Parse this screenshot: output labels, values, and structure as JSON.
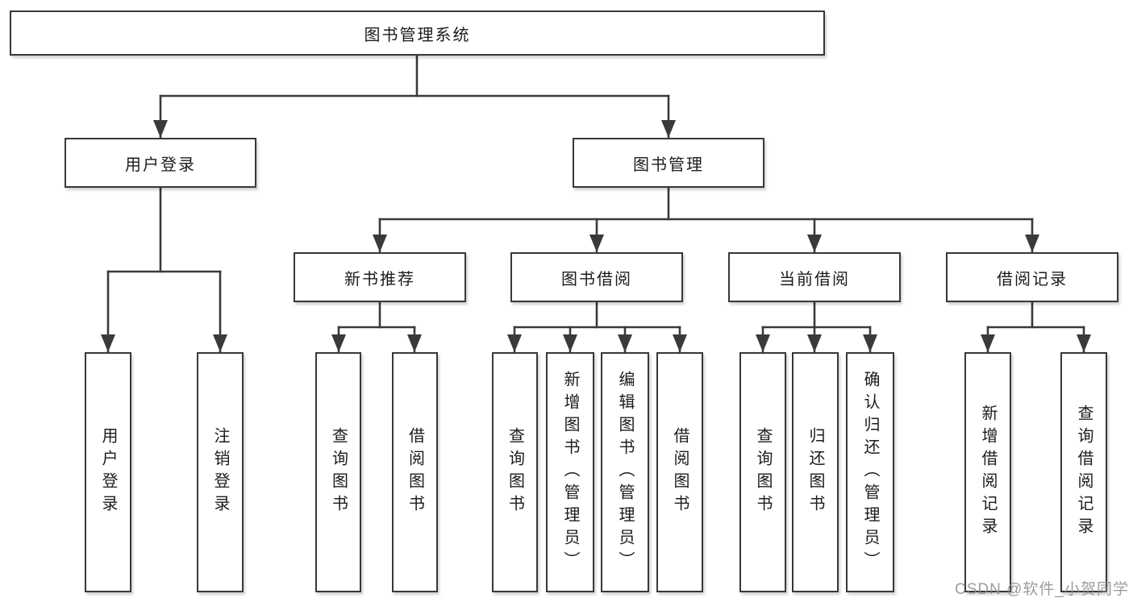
{
  "tree": {
    "root": {
      "label": "图书管理系统"
    },
    "branches": [
      {
        "label": "用户登录",
        "children": [
          {
            "label": "用户登录"
          },
          {
            "label": "注销登录"
          }
        ]
      },
      {
        "label": "图书管理",
        "children": [
          {
            "label": "新书推荐",
            "children": [
              {
                "label": "查询图书"
              },
              {
                "label": "借阅图书"
              }
            ]
          },
          {
            "label": "图书借阅",
            "children": [
              {
                "label": "查询图书"
              },
              {
                "label": "新增图书（管理员）"
              },
              {
                "label": "编辑图书（管理员）"
              },
              {
                "label": "借阅图书"
              }
            ]
          },
          {
            "label": "当前借阅",
            "children": [
              {
                "label": "查询图书"
              },
              {
                "label": "归还图书"
              },
              {
                "label": "确认归还（管理员）"
              }
            ]
          },
          {
            "label": "借阅记录",
            "children": [
              {
                "label": "新增借阅记录"
              },
              {
                "label": "查询借阅记录"
              }
            ]
          }
        ]
      }
    ]
  },
  "watermark": {
    "text": "CSDN @软件_小贺同学"
  },
  "colors": {
    "line": "#3a3a3a",
    "text": "#1c1c1c",
    "watermark": "#8c8c8c",
    "background": "#ffffff"
  }
}
